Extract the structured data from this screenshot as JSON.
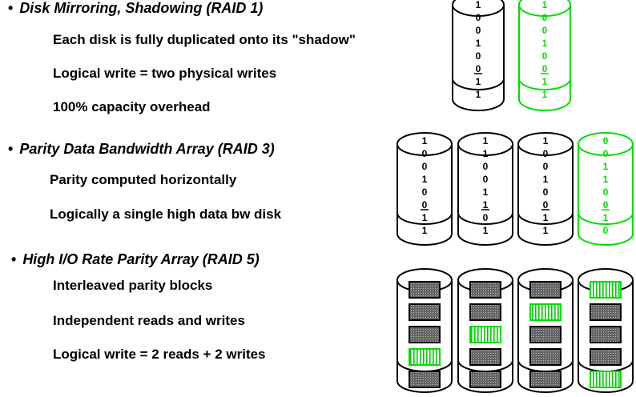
{
  "raid1": {
    "heading": "Disk Mirroring, Shadowing (RAID 1)",
    "lines": [
      "Each disk is fully duplicated onto its \"shadow\"",
      "Logical write = two physical writes",
      "100% capacity overhead"
    ],
    "disks": [
      {
        "bits": [
          "1",
          "0",
          "0",
          "1",
          "0",
          "0",
          "1",
          "1"
        ],
        "color": "#000000"
      },
      {
        "bits": [
          "1",
          "0",
          "0",
          "1",
          "0",
          "0",
          "1",
          "1"
        ],
        "color": "#00dd00"
      }
    ]
  },
  "raid3": {
    "heading": "Parity Data Bandwidth Array (RAID 3)",
    "lines": [
      "Parity computed horizontally",
      "Logically a single high data bw disk"
    ],
    "disks": [
      {
        "bits": [
          "1",
          "0",
          "0",
          "1",
          "0",
          "0",
          "1",
          "1"
        ],
        "color": "#000000"
      },
      {
        "bits": [
          "1",
          "1",
          "0",
          "0",
          "1",
          "1",
          "0",
          "1"
        ],
        "color": "#000000"
      },
      {
        "bits": [
          "1",
          "0",
          "0",
          "1",
          "0",
          "0",
          "1",
          "1"
        ],
        "color": "#000000"
      },
      {
        "bits": [
          "0",
          "0",
          "1",
          "1",
          "0",
          "0",
          "1",
          "0"
        ],
        "color": "#00dd00"
      }
    ]
  },
  "raid5": {
    "heading": "High I/O Rate Parity Array (RAID 5)",
    "lines": [
      "Interleaved parity blocks",
      "Independent reads and writes",
      "Logical write = 2 reads + 2 writes"
    ],
    "disks": [
      {
        "blocks": [
          "data",
          "data",
          "data",
          "parity",
          "data"
        ]
      },
      {
        "blocks": [
          "data",
          "data",
          "parity",
          "data",
          "data"
        ]
      },
      {
        "blocks": [
          "data",
          "parity",
          "data",
          "data",
          "data"
        ]
      },
      {
        "blocks": [
          "parity",
          "data",
          "data",
          "data",
          "parity"
        ]
      }
    ]
  },
  "bullet_char": "•",
  "colors": {
    "disk": "#000000",
    "parity": "#00dd00",
    "data_block": "#555555"
  }
}
